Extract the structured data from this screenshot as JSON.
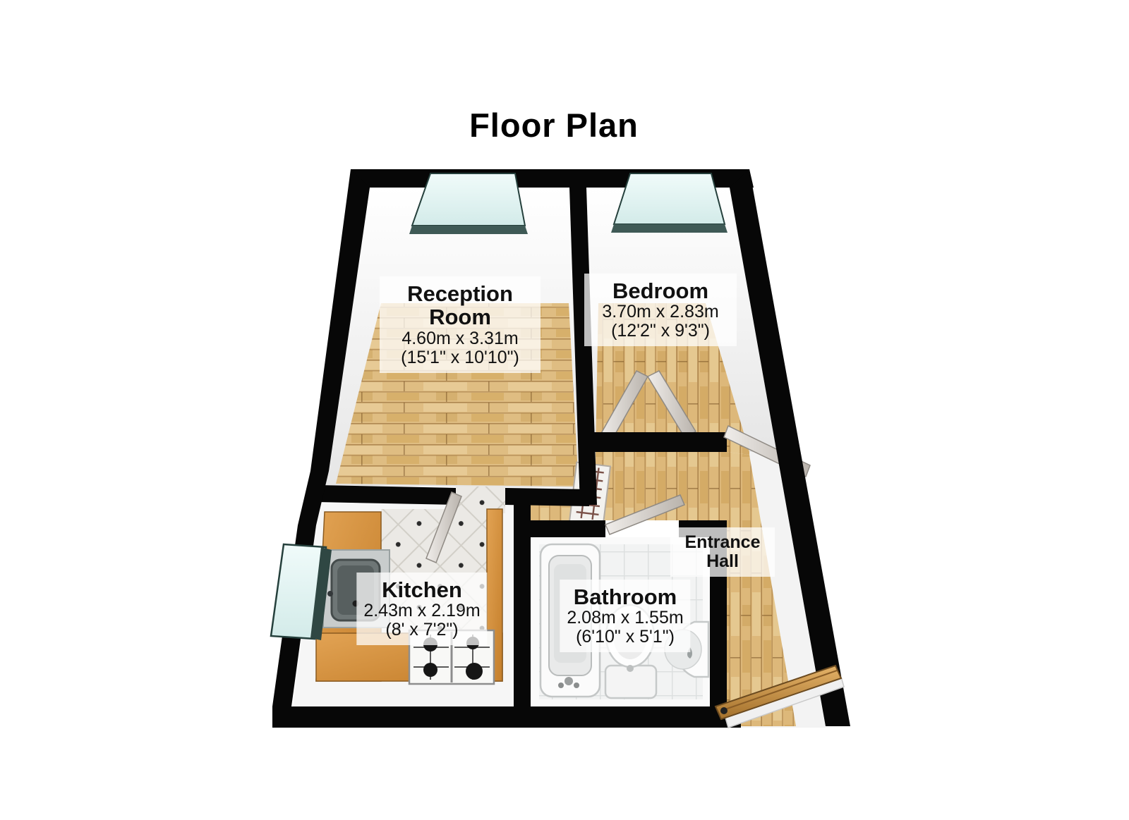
{
  "title": "Floor Plan",
  "rooms": {
    "reception": {
      "name": "Reception Room",
      "metric": "4.60m x 3.31m",
      "imperial": "(15'1\" x 10'10\")",
      "floor": "wood"
    },
    "bedroom": {
      "name": "Bedroom",
      "metric": "3.70m x 2.83m",
      "imperial": "(12'2\" x 9'3\")",
      "floor": "wood"
    },
    "kitchen": {
      "name": "Kitchen",
      "metric": "2.43m x 2.19m",
      "imperial": "(8' x 7'2\")",
      "floor": "tile"
    },
    "bathroom": {
      "name": "Bathroom",
      "metric": "2.08m x 1.55m",
      "imperial": "(6'10\" x 5'1\")",
      "floor": "tile"
    },
    "entrance_hall": {
      "name": "Entrance Hall",
      "floor": "wood"
    }
  },
  "fixtures": [
    "bathtub",
    "toilet",
    "wash-basin",
    "kitchen-sink",
    "hob",
    "radiator",
    "wardrobe-doors",
    "entrance-door",
    "bedroom-door",
    "bathroom-door",
    "kitchen-door"
  ],
  "windows": [
    "reception-window",
    "bedroom-window",
    "kitchen-window"
  ],
  "colors": {
    "wall": "#070707",
    "wood_floor": "#dfbd82",
    "counter": "#d89440",
    "glass": "#e4f4f3",
    "bath_tile": "#f2f3f3",
    "kitchen_tile": "#ebe9e5",
    "label_bg": "rgba(255,255,255,0.74)",
    "label_text": "#111111"
  }
}
